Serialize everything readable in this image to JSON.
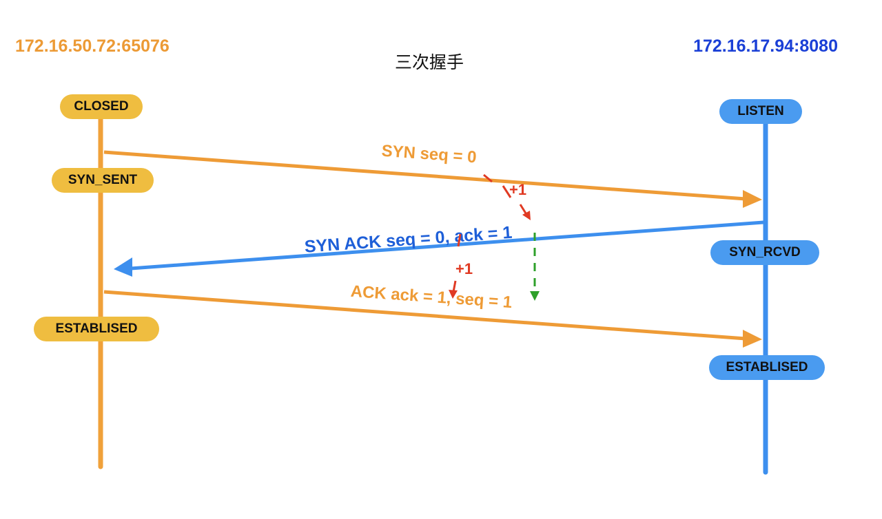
{
  "title": "三次握手",
  "client": {
    "address": "172.16.50.72:65076",
    "states": {
      "closed": "CLOSED",
      "syn_sent": "SYN_SENT",
      "established": "ESTABLISED"
    }
  },
  "server": {
    "address": "172.16.17.94:8080",
    "states": {
      "listen": "LISTEN",
      "syn_rcvd": "SYN_RCVD",
      "established": "ESTABLISED"
    }
  },
  "messages": {
    "syn": "SYN seq = 0",
    "syn_ack_prefix": "SYN  ACK  seq = 0, ack = ",
    "syn_ack_value": "1",
    "ack_prefix": "ACK ack = ",
    "ack_ack_value": "1",
    "ack_suffix": ",  seq = 1"
  },
  "annotations": {
    "increment_1": "+1",
    "increment_2": "+1"
  },
  "colors": {
    "client": "#ee9b36",
    "server": "#3d8fee",
    "annotation": "#e03a23",
    "carry": "#2ea02a",
    "server_text": "#1e5fd8"
  }
}
